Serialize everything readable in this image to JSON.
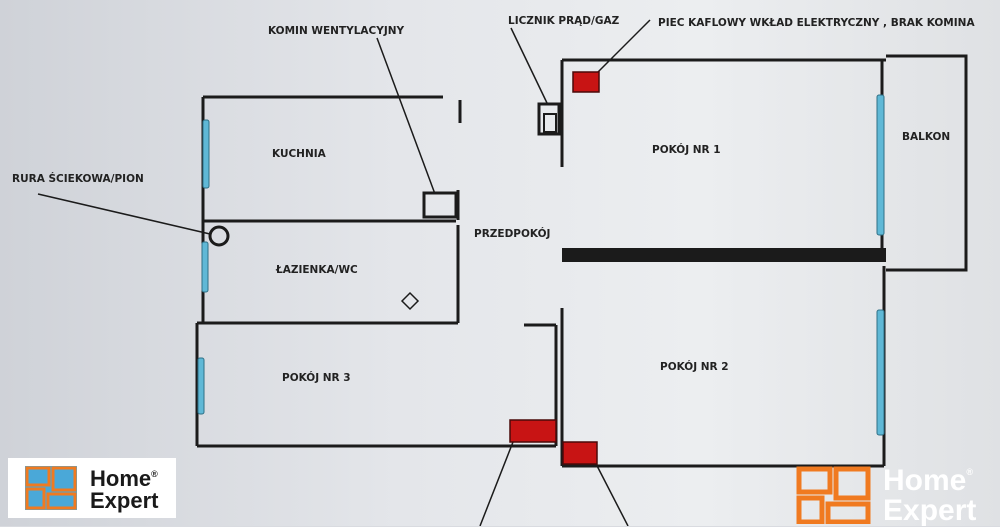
{
  "labels": {
    "komin": "KOMIN WENTYLACYJNY",
    "licznik": "LICZNIK PRĄD/GAZ",
    "piec": "PIEC KAFLOWY WKŁAD ELEKTRYCZNY , BRAK KOMINA",
    "rura": "RURA ŚCIEKOWA/PION",
    "kuchnia": "KUCHNIA",
    "lazienka": "ŁAZIENKA/WC",
    "przedpokoj": "PRZEDPOKÓJ",
    "pokoj1": "POKÓJ NR 1",
    "pokoj2": "POKÓJ NR 2",
    "pokoj3": "POKÓJ NR 3",
    "balkon": "BALKON"
  },
  "brand": {
    "name_line1": "Home",
    "name_line2": "Expert",
    "registered": "®"
  },
  "colors": {
    "wall": "#1b1b1b",
    "window": "#5fb8d6",
    "stove": "#c81414",
    "logo_orange": "#f07a20",
    "logo_blue": "#4aa8d8"
  }
}
